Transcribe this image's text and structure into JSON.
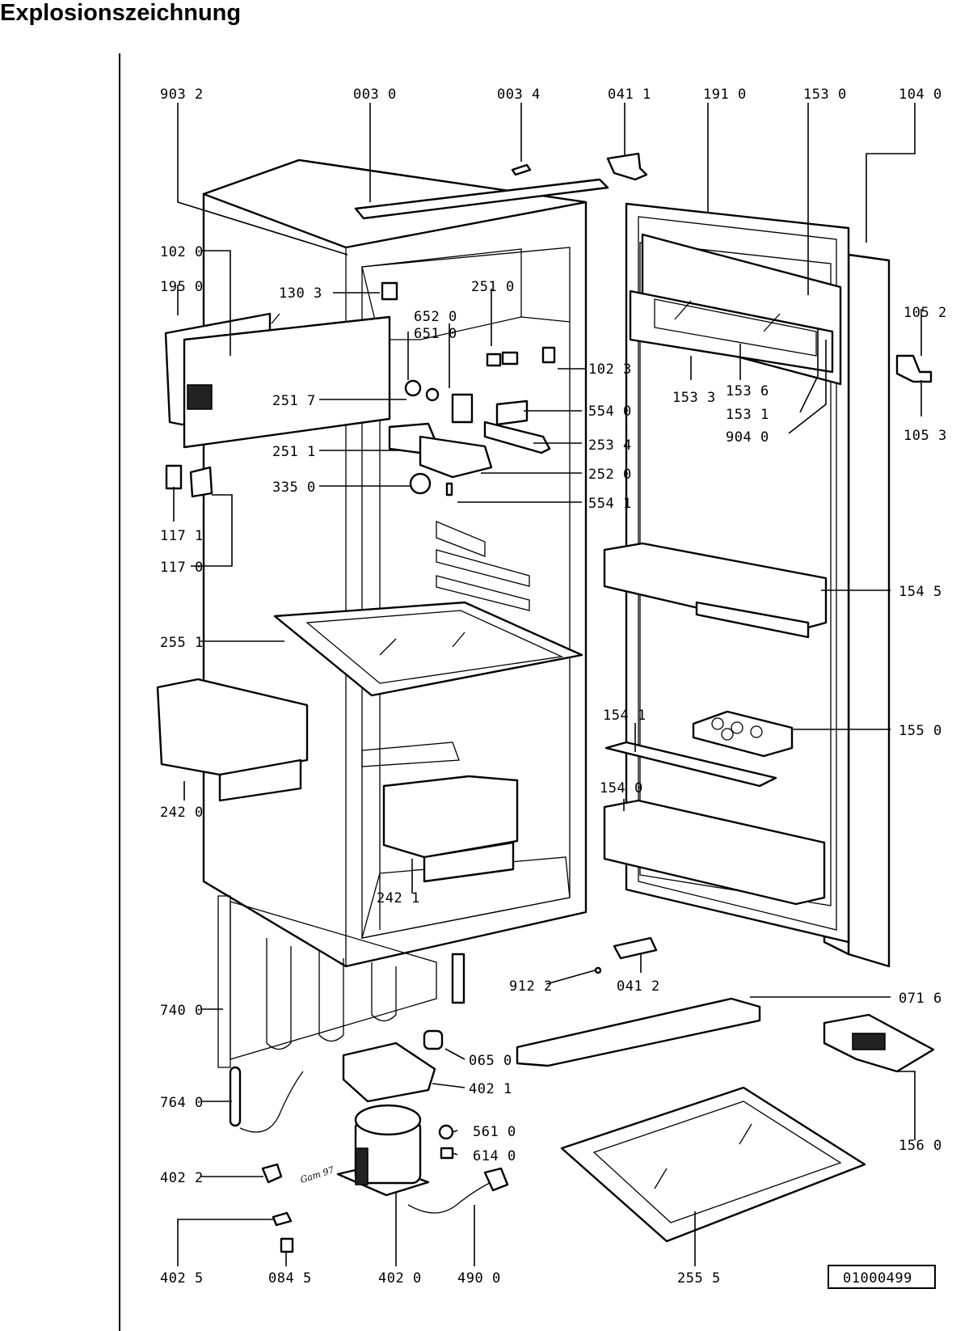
{
  "title": "Explosionszeichnung",
  "drawing_number": "01000499",
  "signature_text": "Gam 97",
  "part_labels": {
    "p9032": "903 2",
    "p0030": "003 0",
    "p0034": "003 4",
    "p0411": "041 1",
    "p1910": "191 0",
    "p1530": "153 0",
    "p1040": "104 0",
    "p1020": "102 0",
    "p1950": "195 0",
    "p1303": "130 3",
    "p2510": "251 0",
    "p6520": "652 0",
    "p6510": "651 0",
    "p1023": "102 3",
    "p1052": "105 2",
    "p2517": "251 7",
    "p5540": "554 0",
    "p1533": "153 3",
    "p1536": "153 6",
    "p1531": "153 1",
    "p9040": "904 0",
    "p1053": "105 3",
    "p2511": "251 1",
    "p2534": "253 4",
    "p2520": "252 0",
    "p3350": "335 0",
    "p5541": "554 1",
    "p1171": "117 1",
    "p1170": "117 0",
    "p1545": "154 5",
    "p2551": "255 1",
    "p1541": "154 1",
    "p1550": "155 0",
    "p2420": "242 0",
    "p1540": "154 0",
    "p2421": "242 1",
    "p9122": "912 2",
    "p0412": "041 2",
    "p7400": "740 0",
    "p0716": "071 6",
    "p0650": "065 0",
    "p4021": "402 1",
    "p7640": "764 0",
    "p5610": "561 0",
    "p6140": "614 0",
    "p1560": "156 0",
    "p4022": "402 2",
    "p4025": "402 5",
    "p0845": "084 5",
    "p4020": "402 0",
    "p4900": "490 0",
    "p2555": "255 5"
  }
}
